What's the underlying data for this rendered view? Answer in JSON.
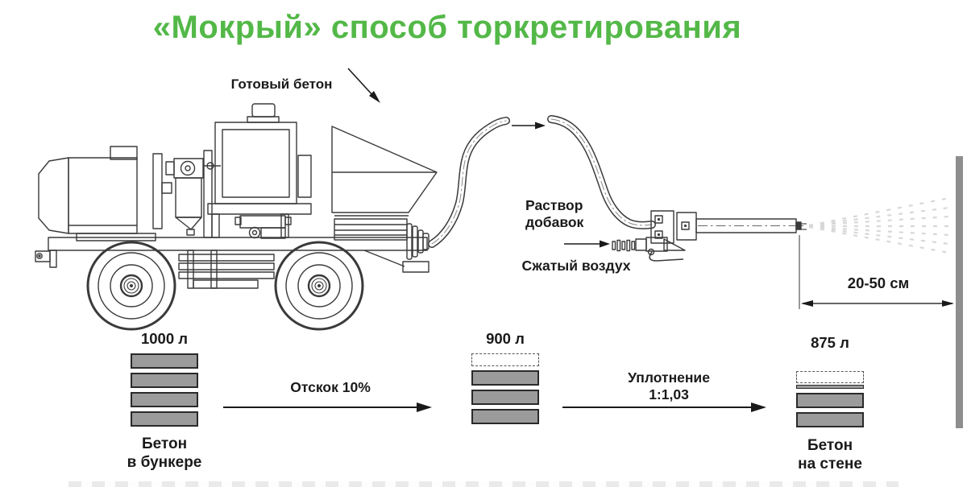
{
  "title": {
    "text": "«Мокрый» способ торкретирования"
  },
  "colors": {
    "title_green": "#53b848",
    "line_art": "#3a3a3a",
    "bar_fill": "#9b9b9b",
    "wall_gray": "#8e8e8e"
  },
  "labels": {
    "ready_concrete": "Готовый бетон",
    "additive_solution": {
      "line1": "Раствор",
      "line2": "добавок"
    },
    "compressed_air": "Сжатый воздух",
    "nozzle_distance": "20-50 см"
  },
  "process": {
    "steps": [
      {
        "volume": "1000 л",
        "caption1": "Бетон",
        "caption2": "в бункере",
        "bars": [
          {
            "style": "solid",
            "h": 19
          },
          {
            "style": "solid",
            "h": 19
          },
          {
            "style": "solid",
            "h": 19
          },
          {
            "style": "solid",
            "h": 19
          }
        ]
      },
      {
        "volume": "900 л",
        "caption1": "",
        "caption2": "",
        "bars": [
          {
            "style": "dashed",
            "h": 16
          },
          {
            "style": "solid",
            "h": 19
          },
          {
            "style": "solid",
            "h": 19
          },
          {
            "style": "solid",
            "h": 19
          }
        ]
      },
      {
        "volume": "875 л",
        "caption1": "Бетон",
        "caption2": "на стене",
        "bars": [
          {
            "style": "dashed",
            "h": 15
          },
          {
            "style": "thin",
            "h": 5
          },
          {
            "style": "solid",
            "h": 19
          },
          {
            "style": "solid",
            "h": 19
          }
        ]
      }
    ],
    "arrows": [
      {
        "line1": "Отскок 10%",
        "line2": ""
      },
      {
        "line1": "Уплотнение",
        "line2": "1:1,03"
      }
    ]
  }
}
